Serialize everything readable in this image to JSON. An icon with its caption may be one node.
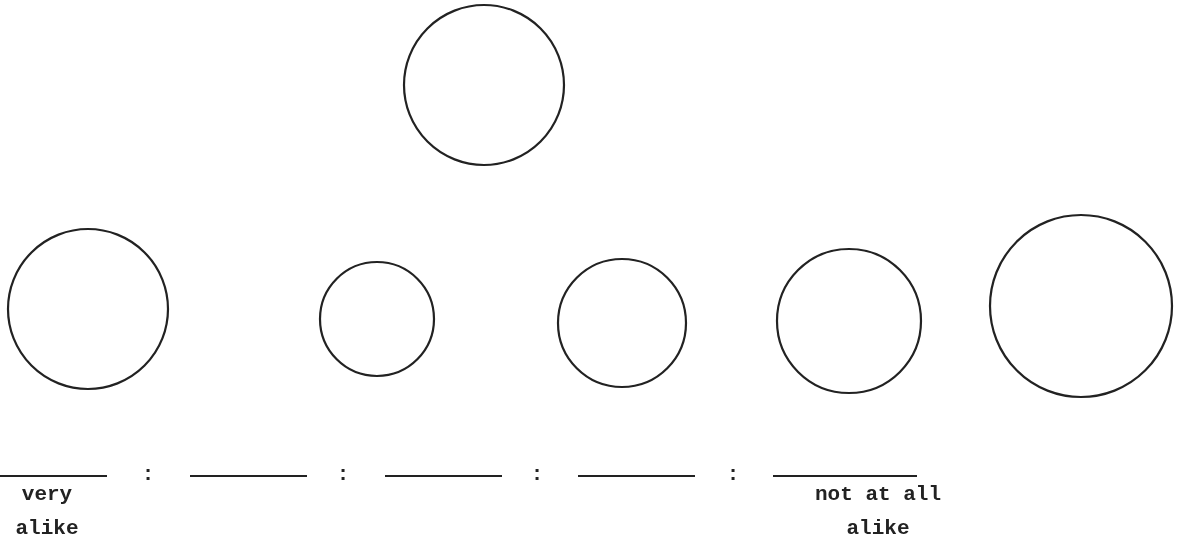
{
  "diagram": {
    "nodes": [
      {
        "text": [],
        "shape": "circle"
      },
      {
        "text": [],
        "shape": "circle"
      },
      {
        "text": [],
        "shape": "circle"
      },
      {
        "text": [],
        "shape": "circle"
      },
      {
        "text": [],
        "shape": "circle"
      },
      {
        "text": [],
        "shape": "circle"
      }
    ],
    "labels": [
      ":",
      ":",
      ":",
      ":",
      "very alike",
      "not at all alike"
    ]
  }
}
